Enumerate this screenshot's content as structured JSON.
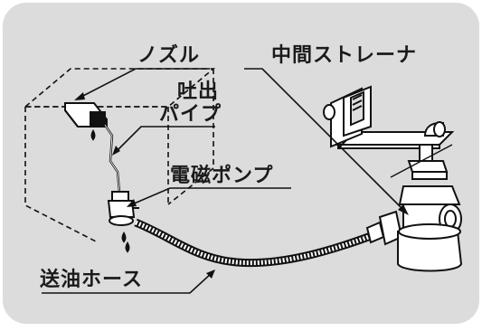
{
  "diagram": {
    "labels": {
      "nozzle": "ノズル",
      "middle_strainer": "中間ストレーナ",
      "discharge_pipe_line1": "吐出",
      "discharge_pipe_line2": "パイプ",
      "electromagnetic_pump": "電磁ポンプ",
      "oil_supply_hose": "送油ホース"
    },
    "colors": {
      "background_panel": "#dcdcdc",
      "line": "#111111",
      "part_fill": "#ffffff"
    }
  }
}
